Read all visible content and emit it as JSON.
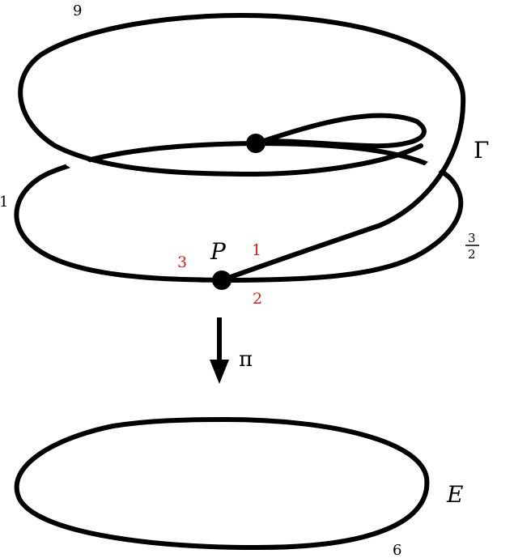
{
  "diagram": {
    "labels": {
      "top_multiplicity": "9",
      "left_multiplicity": "1",
      "right_multiplicity_num": "3",
      "right_multiplicity_den": "2",
      "base_multiplicity": "6",
      "gamma": "Γ",
      "point": "P",
      "branch_1": "1",
      "branch_2": "2",
      "branch_3": "3",
      "map": "π",
      "base_curve": "E"
    },
    "colors": {
      "curve": "#000000",
      "branch_labels": "#e0201a"
    }
  }
}
